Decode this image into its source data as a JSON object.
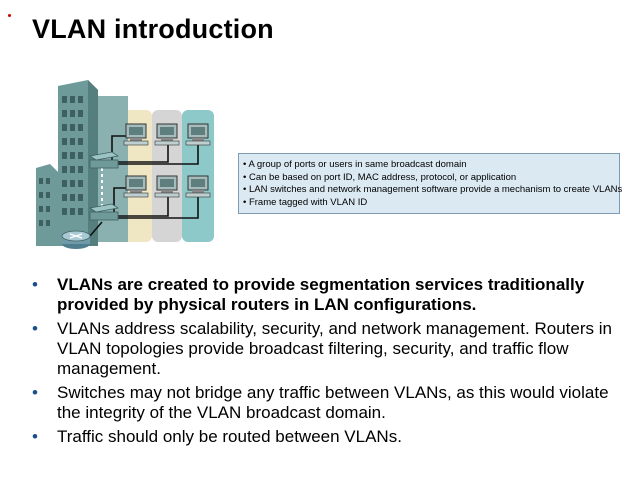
{
  "title": "VLAN introduction",
  "callout": {
    "lines": [
      "• A group of ports or users in same broadcast domain",
      "• Can be based on port ID, MAC address, protocol, or application",
      "• LAN switches and network management software provide a mechanism to create VLANs",
      "• Frame tagged with VLAN ID"
    ]
  },
  "bullets": [
    {
      "text": "VLANs are created to provide segmentation services traditionally provided by physical routers in LAN configurations.",
      "bold": true
    },
    {
      "text": "VLANs address scalability, security, and network management. Routers in VLAN topologies provide broadcast filtering, security, and traffic flow management.",
      "bold": false
    },
    {
      "text": "Switches may not bridge any traffic between VLANs, as this would violate the integrity of the VLAN broadcast domain.",
      "bold": false
    },
    {
      "text": "Traffic should only be routed between VLANs.",
      "bold": false
    }
  ],
  "bullet_glyph": "•",
  "colors": {
    "vlan1": "#efe6c3",
    "vlan2": "#d5d5d5",
    "vlan3": "#8ec9c9",
    "building": "#6f9a9a",
    "callout_bg": "#dbe9f2",
    "bullet": "#1a4f8c"
  },
  "icons": [
    "building-icon",
    "switch-icon",
    "router-icon",
    "workstation-icon"
  ]
}
